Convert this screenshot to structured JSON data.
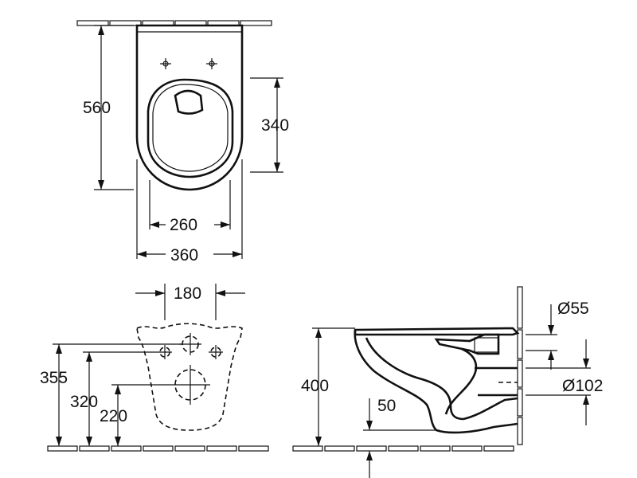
{
  "top_view": {
    "dim_length": "560",
    "dim_bowl_length": "340",
    "dim_bowl_width": "260",
    "dim_width": "360"
  },
  "front_view": {
    "dim_fixing_spacing": "180",
    "dim_top_height": "355",
    "dim_fixing_height": "320",
    "dim_outlet_height": "220"
  },
  "side_view": {
    "dim_total_height": "400",
    "dim_outlet_offset": "50",
    "dim_inlet_diameter": "Ø55",
    "dim_outlet_diameter": "Ø102"
  }
}
